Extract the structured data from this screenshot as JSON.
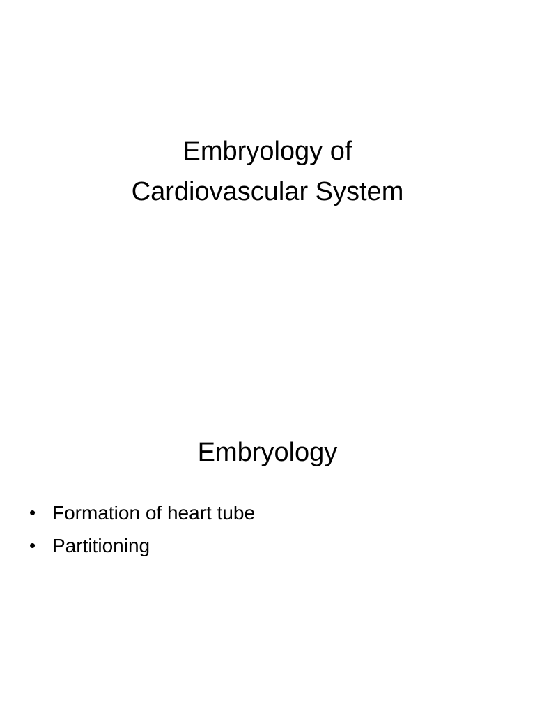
{
  "slides": [
    {
      "title_lines": [
        "Embryology of",
        "Cardiovascular System"
      ]
    },
    {
      "title": "Embryology",
      "bullets": [
        "Formation of heart tube",
        "Partitioning"
      ]
    }
  ],
  "bullet_symbol": "•"
}
